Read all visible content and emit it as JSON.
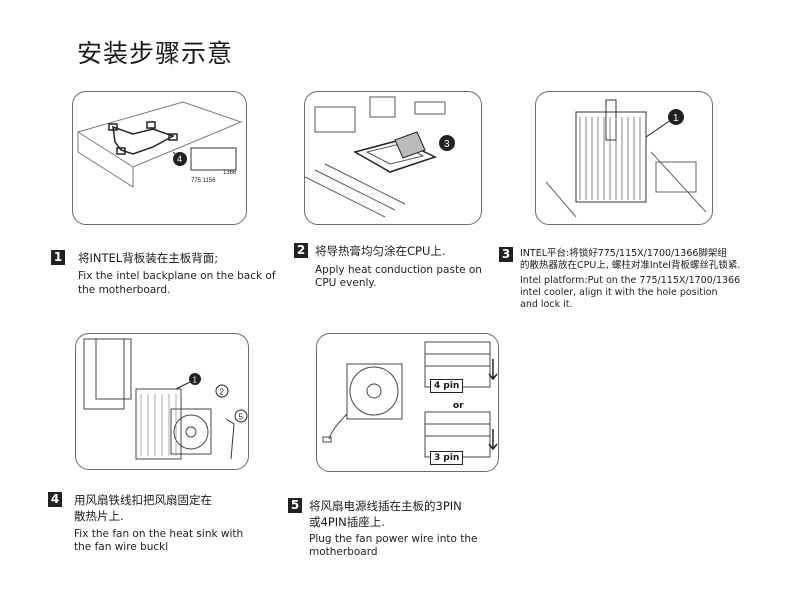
{
  "page": {
    "title": "安装步骤示意"
  },
  "panels": {
    "p1": {
      "callout": "4",
      "socket_a": "775 1156",
      "socket_b": "1366"
    },
    "p2": {
      "callout": "3"
    },
    "p3": {
      "callout": "1"
    },
    "p4": {
      "callout_a": "1",
      "callout_b": "2",
      "callout_c": "5"
    },
    "p5": {
      "label_4pin": "4 pin",
      "label_or": "or",
      "label_3pin": "3 pin"
    }
  },
  "steps": [
    {
      "num": "1",
      "zh": "将INTEL背板装在主板背面;",
      "en_1": "Fix the intel backplane on the back of",
      "en_2": "the motherboard."
    },
    {
      "num": "2",
      "zh": "将导热膏均匀涂在CPU上.",
      "en_1": "Apply heat conduction paste on",
      "en_2": "CPU evenly."
    },
    {
      "num": "3",
      "zh_1": "INTEL平台:将锁好775/115X/1700/1366脚架组",
      "zh_2": "的散热器放在CPU上, 螺柱对准Intel背板螺丝孔锁紧.",
      "en_1": "Intel platform:Put on the 775/115X/1700/1366",
      "en_2": "intel cooler, align it with the hole position",
      "en_3": "and lock it."
    },
    {
      "num": "4",
      "zh_1": "用风扇铁线扣把风扇固定在",
      "zh_2": "散热片上.",
      "en_1": "Fix the fan on the heat sink with",
      "en_2": "the fan wire buckl"
    },
    {
      "num": "5",
      "zh_1": "将风扇电源线插在主板的3PIN",
      "zh_2": "或4PIN插座上.",
      "en_1": "Plug the fan power wire into the",
      "en_2": "motherboard"
    }
  ]
}
